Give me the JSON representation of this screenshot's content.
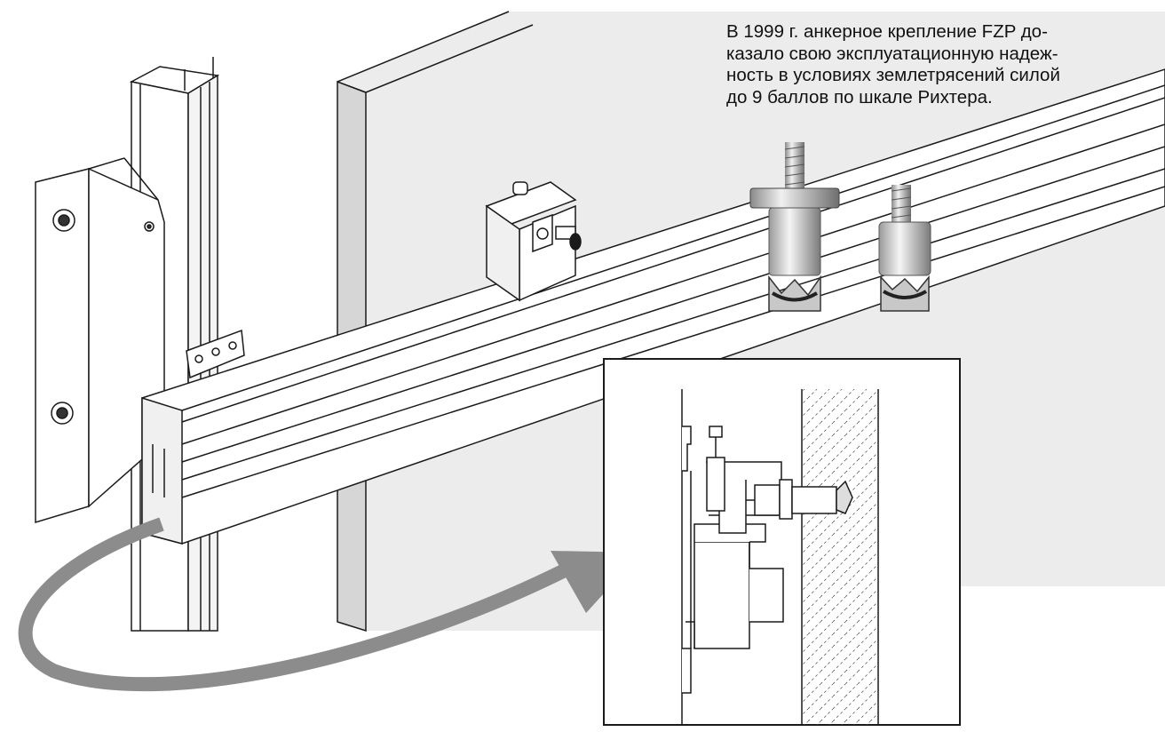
{
  "caption": {
    "lines": [
      "В 1999 г. анкерное крепление FZP до-",
      "казало свою эксплуатационную надеж-",
      "ность в условиях землетрясений силой",
      "до 9 баллов по шкале Рихтера."
    ]
  },
  "colors": {
    "line": "#1a1a1a",
    "panel_face": "#ececec",
    "panel_edge": "#d6d6d6",
    "arrow": "#8c8c8c",
    "metal_light": "#d9d9d9",
    "metal_dark": "#7a7a7a"
  }
}
